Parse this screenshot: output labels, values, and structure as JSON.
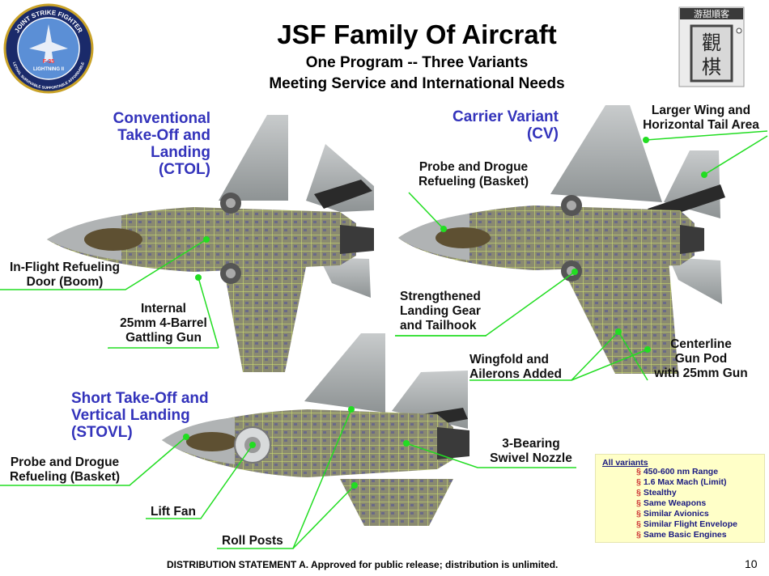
{
  "header": {
    "title": "JSF Family Of Aircraft",
    "subtitle_line1": "One Program -- Three Variants",
    "subtitle_line2": "Meeting Service and International Needs"
  },
  "logo": {
    "ring_top": "JOINT STRIKE FIGHTER",
    "ring_bottom": "LETHAL SURVIVABLE SUPPORTABLE AFFORDABLE",
    "model": "F-35",
    "name": "LIGHTNING II"
  },
  "seal": {
    "top_text": "游甜順客",
    "char1": "觀",
    "char2": "棋"
  },
  "variants": {
    "ctol": {
      "heading": [
        "Conventional",
        "Take-Off and",
        "Landing",
        "(CTOL)"
      ]
    },
    "cv": {
      "heading": [
        "Carrier Variant",
        "(CV)"
      ]
    },
    "stovl": {
      "heading": [
        "Short Take-Off and",
        "Vertical Landing",
        "(STOVL)"
      ]
    }
  },
  "callouts": {
    "ctol_refuel": [
      "In-Flight Refueling",
      "Door (Boom)"
    ],
    "ctol_gun": [
      "Internal",
      "25mm 4-Barrel",
      "Gattling Gun"
    ],
    "cv_probe": [
      "Probe and Drogue",
      "Refueling (Basket)"
    ],
    "cv_wing": [
      "Larger Wing and",
      "Horizontal Tail Area"
    ],
    "cv_gear": [
      "Strengthened",
      "Landing Gear",
      "and Tailhook"
    ],
    "cv_centerline": [
      "Centerline",
      "Gun Pod",
      "with 25mm Gun"
    ],
    "cv_wingfold": [
      "Wingfold and",
      "Ailerons Added"
    ],
    "stovl_probe": [
      "Probe and Drogue",
      "Refueling (Basket)"
    ],
    "stovl_liftfan": [
      "Lift Fan"
    ],
    "stovl_rollposts": [
      "Roll Posts"
    ],
    "stovl_nozzle": [
      "3-Bearing",
      "Swivel Nozzle"
    ]
  },
  "all_variants": {
    "heading": "All variants",
    "items": [
      "450-600 nm Range",
      "1.6 Max Mach (Limit)",
      "Stealthy",
      "Same Weapons",
      "Similar Avionics",
      "Similar Flight Envelope",
      "Same Basic Engines"
    ]
  },
  "footer": {
    "distribution": "DISTRIBUTION STATEMENT A.  Approved for public release; distribution is unlimited.",
    "page_number": "10"
  },
  "colors": {
    "heading_blue": "#3333bb",
    "callout_line": "#22dd22",
    "note_bg": "#ffffc8"
  }
}
